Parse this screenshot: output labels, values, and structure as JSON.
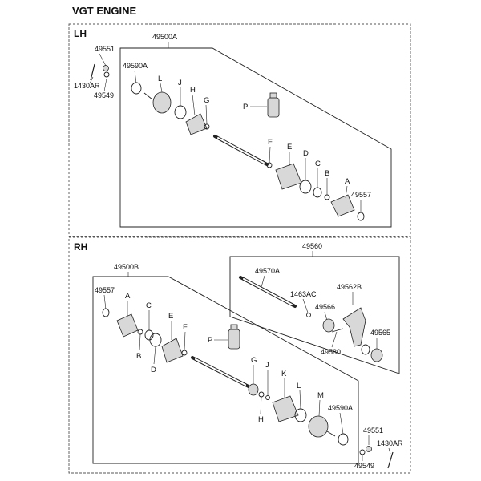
{
  "title": "VGT ENGINE",
  "sections": {
    "lh": "LH",
    "rh": "RH"
  },
  "lh": {
    "assy": "49500A",
    "bolt": "1430AR",
    "nut": "49551",
    "washer": "49549",
    "joint_outer": "49590A",
    "joint_inner": "49557",
    "grease": "P",
    "letters": [
      "L",
      "J",
      "H",
      "G",
      "F",
      "E",
      "D",
      "C",
      "B",
      "A"
    ]
  },
  "rh": {
    "assy": "49500B",
    "shaft_assy": "49560",
    "joint_inner": "49557",
    "joint_outer": "49590A",
    "grease": "P",
    "nut": "49551",
    "bolt": "1430AR",
    "washer": "49549",
    "letters": [
      "A",
      "B",
      "C",
      "D",
      "E",
      "F",
      "G",
      "H",
      "J",
      "K",
      "L",
      "M"
    ],
    "shaft_parts": {
      "shaft": "49570A",
      "bolt": "1463AC",
      "bracket": "49562B",
      "bearing": "49566",
      "cap": "49565",
      "circlip": "49580"
    }
  }
}
